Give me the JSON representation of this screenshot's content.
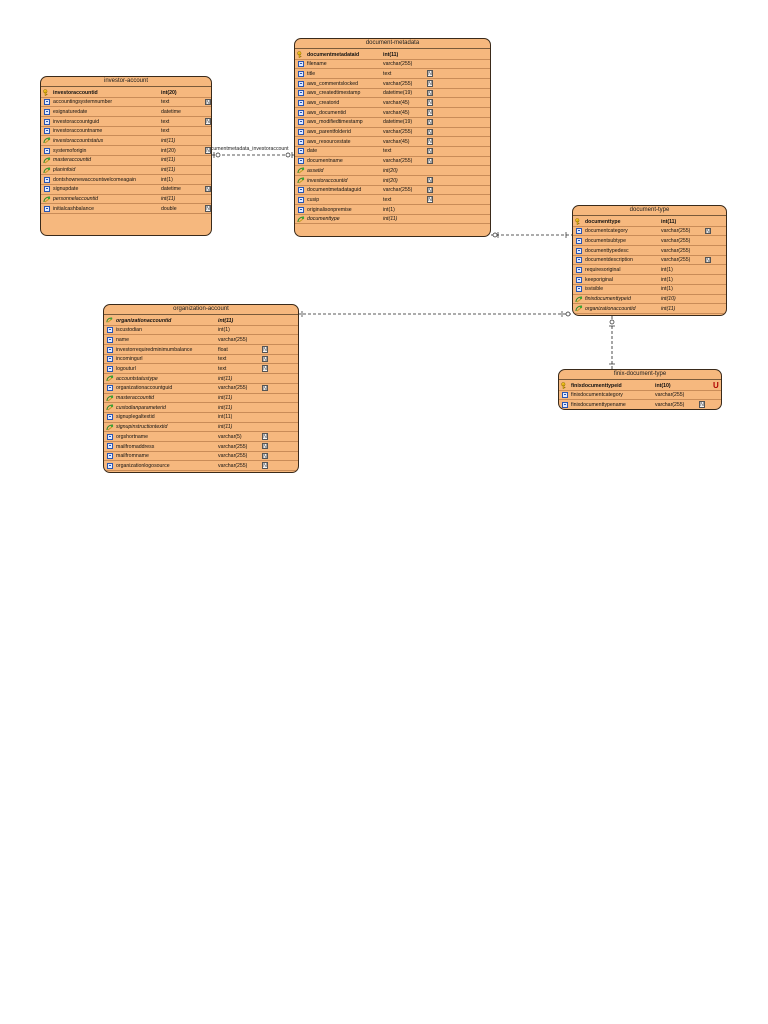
{
  "entities": {
    "investor_account": {
      "title": "investor-account",
      "rows": [
        {
          "name": "investoraccountid",
          "type": "int(20)",
          "kind": "pk",
          "nn": false
        },
        {
          "name": "accountingsystemnumber",
          "type": "text",
          "kind": "col",
          "nn": true
        },
        {
          "name": "esignaturedate",
          "type": "datetime",
          "kind": "col",
          "nn": false
        },
        {
          "name": "investoraccountguid",
          "type": "text",
          "kind": "col",
          "nn": true
        },
        {
          "name": "investoraccountname",
          "type": "text",
          "kind": "col",
          "nn": false
        },
        {
          "name": "investoraccountstatus",
          "type": "int(11)",
          "kind": "fk",
          "nn": false
        },
        {
          "name": "systemoforigin",
          "type": "int(20)",
          "kind": "col",
          "nn": true
        },
        {
          "name": "masteraccountid",
          "type": "int(11)",
          "kind": "fk",
          "nn": false
        },
        {
          "name": "planinfoid",
          "type": "int(11)",
          "kind": "fk",
          "nn": false
        },
        {
          "name": "dontshownewaccountwelcomeagain",
          "type": "int(1)",
          "kind": "col",
          "nn": false
        },
        {
          "name": "signupdate",
          "type": "datetime",
          "kind": "col",
          "nn": true
        },
        {
          "name": "personnelaccountid",
          "type": "int(11)",
          "kind": "fk",
          "nn": false
        },
        {
          "name": "initialcashbalance",
          "type": "double",
          "kind": "col",
          "nn": true
        }
      ]
    },
    "document_metadata": {
      "title": "document-metadata",
      "rows": [
        {
          "name": "documentmetadataid",
          "type": "int(11)",
          "kind": "pk",
          "nn": false
        },
        {
          "name": "filename",
          "type": "varchar(255)",
          "kind": "col",
          "nn": false
        },
        {
          "name": "title",
          "type": "text",
          "kind": "col",
          "nn": true
        },
        {
          "name": "aws_commentslocked",
          "type": "varchar(255)",
          "kind": "col",
          "nn": true
        },
        {
          "name": "aws_createdtimestamp",
          "type": "datetime(19)",
          "kind": "col",
          "nn": true
        },
        {
          "name": "aws_creatorid",
          "type": "varchar(45)",
          "kind": "col",
          "nn": true
        },
        {
          "name": "aws_documentid",
          "type": "varchar(45)",
          "kind": "col",
          "nn": true
        },
        {
          "name": "aws_modifiedtimestamp",
          "type": "datetime(19)",
          "kind": "col",
          "nn": true
        },
        {
          "name": "aws_parentfolderid",
          "type": "varchar(255)",
          "kind": "col",
          "nn": true
        },
        {
          "name": "aws_resourcestate",
          "type": "varchar(45)",
          "kind": "col",
          "nn": true
        },
        {
          "name": "date",
          "type": "text",
          "kind": "col",
          "nn": true
        },
        {
          "name": "documentname",
          "type": "varchar(255)",
          "kind": "col",
          "nn": true
        },
        {
          "name": "assetid",
          "type": "int(20)",
          "kind": "fk",
          "nn": false
        },
        {
          "name": "investoraccountid",
          "type": "int(20)",
          "kind": "fk",
          "nn": true
        },
        {
          "name": "documentmetadataguid",
          "type": "varchar(255)",
          "kind": "col",
          "nn": true
        },
        {
          "name": "cusip",
          "type": "text",
          "kind": "col",
          "nn": true
        },
        {
          "name": "originalisonpremise",
          "type": "int(1)",
          "kind": "col",
          "nn": false
        },
        {
          "name": "documenttype",
          "type": "int(11)",
          "kind": "fk",
          "nn": false
        }
      ]
    },
    "organization_account": {
      "title": "organization-account",
      "rows": [
        {
          "name": "organizationaccountid",
          "type": "int(11)",
          "kind": "pkfk",
          "nn": false
        },
        {
          "name": "iscustodian",
          "type": "int(1)",
          "kind": "col",
          "nn": false
        },
        {
          "name": "name",
          "type": "varchar(255)",
          "kind": "col",
          "nn": false
        },
        {
          "name": "investorrequiredminimumbalance",
          "type": "float",
          "kind": "col",
          "nn": true
        },
        {
          "name": "incomingurl",
          "type": "text",
          "kind": "col",
          "nn": true
        },
        {
          "name": "logouturl",
          "type": "text",
          "kind": "col",
          "nn": true
        },
        {
          "name": "accountstatustype",
          "type": "int(11)",
          "kind": "fk",
          "nn": false
        },
        {
          "name": "organizationaccountguid",
          "type": "varchar(255)",
          "kind": "col",
          "nn": true
        },
        {
          "name": "masteraccountid",
          "type": "int(11)",
          "kind": "fk",
          "nn": false
        },
        {
          "name": "custodianparameterid",
          "type": "int(11)",
          "kind": "fk",
          "nn": false
        },
        {
          "name": "signuplegaltextid",
          "type": "int(11)",
          "kind": "col",
          "nn": false
        },
        {
          "name": "signupinstructiontextid",
          "type": "int(11)",
          "kind": "fk",
          "nn": false
        },
        {
          "name": "orgshortname",
          "type": "varchar(5)",
          "kind": "col",
          "nn": true
        },
        {
          "name": "mailfromaddress",
          "type": "varchar(255)",
          "kind": "col",
          "nn": true
        },
        {
          "name": "mailfromname",
          "type": "varchar(255)",
          "kind": "col",
          "nn": true
        },
        {
          "name": "organizationlogosource",
          "type": "varchar(255)",
          "kind": "col",
          "nn": true
        }
      ]
    },
    "document_type": {
      "title": "document-type",
      "rows": [
        {
          "name": "documenttype",
          "type": "int(11)",
          "kind": "pk",
          "nn": false
        },
        {
          "name": "documentcategory",
          "type": "varchar(255)",
          "kind": "col",
          "nn": true
        },
        {
          "name": "documentsubtype",
          "type": "varchar(255)",
          "kind": "col",
          "nn": false
        },
        {
          "name": "documenttypedesc",
          "type": "varchar(255)",
          "kind": "col",
          "nn": false
        },
        {
          "name": "documentdescription",
          "type": "varchar(255)",
          "kind": "col",
          "nn": true
        },
        {
          "name": "requiresoriginal",
          "type": "int(1)",
          "kind": "col",
          "nn": false
        },
        {
          "name": "keeporiginal",
          "type": "int(1)",
          "kind": "col",
          "nn": false
        },
        {
          "name": "isvisible",
          "type": "int(1)",
          "kind": "col",
          "nn": false
        },
        {
          "name": "finixdocumenttypeid",
          "type": "int(10)",
          "kind": "fk",
          "nn": false
        },
        {
          "name": "organizationaccountid",
          "type": "int(11)",
          "kind": "fk",
          "nn": false
        }
      ]
    },
    "finix_document_type": {
      "title": "finix-document-type",
      "rows": [
        {
          "name": "finixdocumenttypeid",
          "type": "int(10)",
          "kind": "pk",
          "nn": false,
          "unique": true
        },
        {
          "name": "finixdocumentcategory",
          "type": "varchar(255)",
          "kind": "col",
          "nn": false
        },
        {
          "name": "finixdocumenttypename",
          "type": "varchar(255)",
          "kind": "col",
          "nn": true
        }
      ]
    }
  },
  "relationships": {
    "investor_document_label": "documentmetadata_investoraccount"
  },
  "symbols": {
    "not_null_glyph": "N",
    "unique_glyph": "U"
  },
  "colors": {
    "entity_fill": "#f6b87e",
    "border": "#3a2a1a",
    "unique": "#b00000"
  }
}
